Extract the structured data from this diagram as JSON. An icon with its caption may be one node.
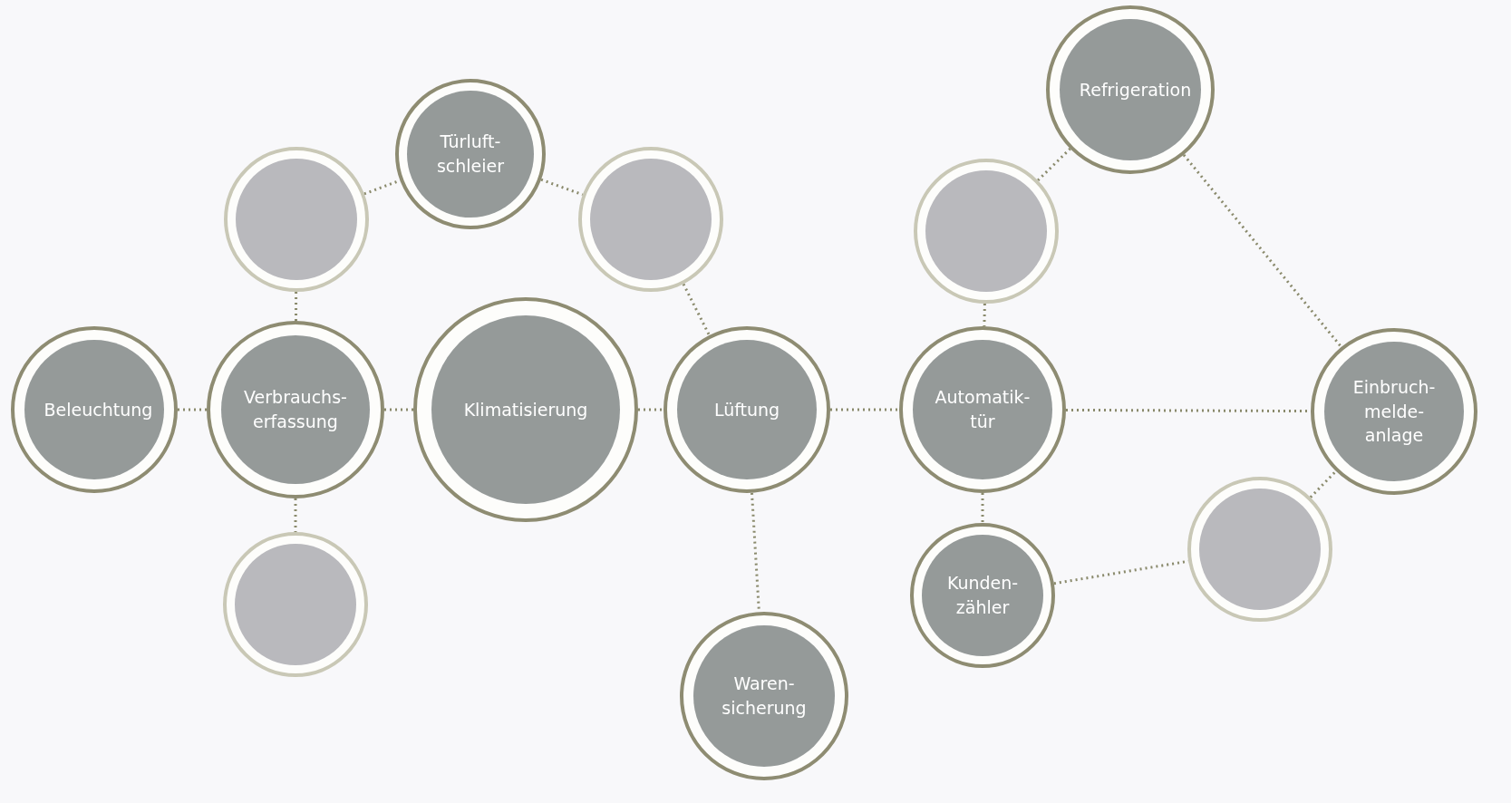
{
  "diagram": {
    "nodes": [
      {
        "text": [
          "Türluft- schleier"
        ]
      },
      {
        "text": [],
        "shape": "circle"
      },
      {
        "text": [],
        "shape": "circle"
      },
      {
        "text": [
          "Refrigeration"
        ]
      },
      {
        "text": [],
        "shape": "circle"
      },
      {
        "text": [
          "Beleuchtung"
        ]
      },
      {
        "text": [
          "Verbrauchs- erfassung"
        ]
      },
      {
        "text": [
          "Klimatisierung"
        ]
      },
      {
        "text": [
          "Lüftung"
        ]
      },
      {
        "text": [
          "Automatik- tür"
        ]
      },
      {
        "text": [
          "Einbruch- melde- anlage"
        ]
      },
      {
        "text": [],
        "shape": "circle"
      },
      {
        "text": [],
        "shape": "circle"
      },
      {
        "text": [
          "Kunden- zähler"
        ]
      },
      {
        "text": [
          "Waren- sicherung"
        ]
      }
    ],
    "edges": [
      {
        "from": 1,
        "to": 0,
        "arrow": "none",
        "style": "dashed"
      },
      {
        "from": 0,
        "to": 2,
        "arrow": "none",
        "style": "dashed"
      },
      {
        "from": 2,
        "to": 8,
        "arrow": "none",
        "style": "dashed"
      },
      {
        "from": 1,
        "to": 6,
        "arrow": "none",
        "style": "dashed"
      },
      {
        "from": 5,
        "to": 6,
        "arrow": "none",
        "style": "dashed"
      },
      {
        "from": 6,
        "to": 7,
        "arrow": "none",
        "style": "dashed"
      },
      {
        "from": 7,
        "to": 8,
        "arrow": "none",
        "style": "dashed"
      },
      {
        "from": 8,
        "to": 9,
        "arrow": "none",
        "style": "dashed"
      },
      {
        "from": 8,
        "to": 14,
        "arrow": "none",
        "style": "dashed"
      },
      {
        "from": 6,
        "to": 11,
        "arrow": "none",
        "style": "dashed"
      },
      {
        "from": 4,
        "to": 3,
        "arrow": "none",
        "style": "dashed"
      },
      {
        "from": 4,
        "to": 9,
        "arrow": "none",
        "style": "dashed"
      },
      {
        "from": 9,
        "to": 10,
        "arrow": "none",
        "style": "dashed"
      },
      {
        "from": 3,
        "to": 10,
        "arrow": "none",
        "style": "dashed"
      },
      {
        "from": 9,
        "to": 13,
        "arrow": "none",
        "style": "dashed"
      },
      {
        "from": 13,
        "to": 12,
        "arrow": "none",
        "style": "dashed"
      },
      {
        "from": 12,
        "to": 10,
        "arrow": "none",
        "style": "dashed"
      }
    ]
  }
}
